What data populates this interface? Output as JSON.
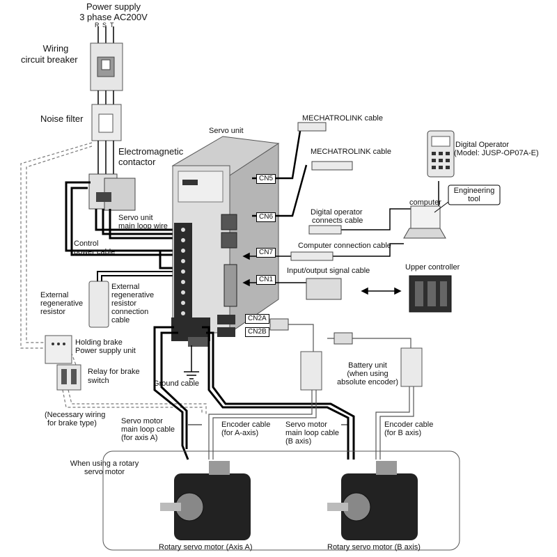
{
  "labels": {
    "power_supply": "Power supply",
    "phase": "3 phase AC200V",
    "r": "R",
    "s": "S",
    "t": "T",
    "wiring_cb_1": "Wiring",
    "wiring_cb_2": "circuit breaker",
    "noise_filter": "Noise filter",
    "servo_unit": "Servo unit",
    "em_contactor_1": "Electromagnetic",
    "em_contactor_2": "contactor",
    "main_loop_1": "Servo unit",
    "main_loop_2": "main loop wire",
    "control_power_1": "Control",
    "control_power_2": "power cable",
    "ext_regen_res_1": "External",
    "ext_regen_res_2": "regenerative",
    "ext_regen_res_3": "resistor",
    "ext_regen_conn_1": "External",
    "ext_regen_conn_2": "regenerative",
    "ext_regen_conn_3": "resistor",
    "ext_regen_conn_4": "connection",
    "ext_regen_conn_5": "cable",
    "holding_brake_1": "Holding brake",
    "holding_brake_2": "Power supply unit",
    "relay_brake_1": "Relay for brake",
    "relay_brake_2": "switch",
    "ground_cable": "Ground cable",
    "necessary_1": "(Necessary wiring",
    "necessary_2": "for brake type)",
    "mechatrolink_1": "MECHATROLINK cable",
    "mechatrolink_2": "MECHATROLINK cable",
    "digital_operator_1": "Digital Operator",
    "digital_operator_2": "(Model: JUSP-OP07A-E)",
    "engineering_1": "Engineering",
    "engineering_2": "tool",
    "computer": "computer",
    "dig_op_cable_1": "Digital operator",
    "dig_op_cable_2": "connects cable",
    "computer_conn_cable": "Computer connection cable",
    "io_cable": "Input/output signal cable",
    "upper_controller": "Upper controller",
    "battery_1": "Battery unit",
    "battery_2": "(when using",
    "battery_3": "absolute encoder)",
    "motor_main_a_1": "Servo motor",
    "motor_main_a_2": "main loop cable",
    "motor_main_a_3": "(for axis A)",
    "encoder_a_1": "Encoder cable",
    "encoder_a_2": "(for A-axis)",
    "motor_main_b_1": "Servo motor",
    "motor_main_b_2": "main loop cable",
    "motor_main_b_3": "(B axis)",
    "encoder_b_1": "Encoder cable",
    "encoder_b_2": "(for B axis)",
    "rotary_1": "When using a rotary",
    "rotary_2": "servo motor",
    "motor_a": "Rotary servo motor (Axis A)",
    "motor_b": "Rotary servo motor (B axis)"
  },
  "connectors": [
    "CN5",
    "CN6",
    "CN7",
    "CN1",
    "CN2A",
    "CN2B"
  ],
  "colors": {
    "line": "#000000",
    "device": "#d9d9d9",
    "device_dark": "#2b2b2b",
    "accent": "#000000"
  }
}
